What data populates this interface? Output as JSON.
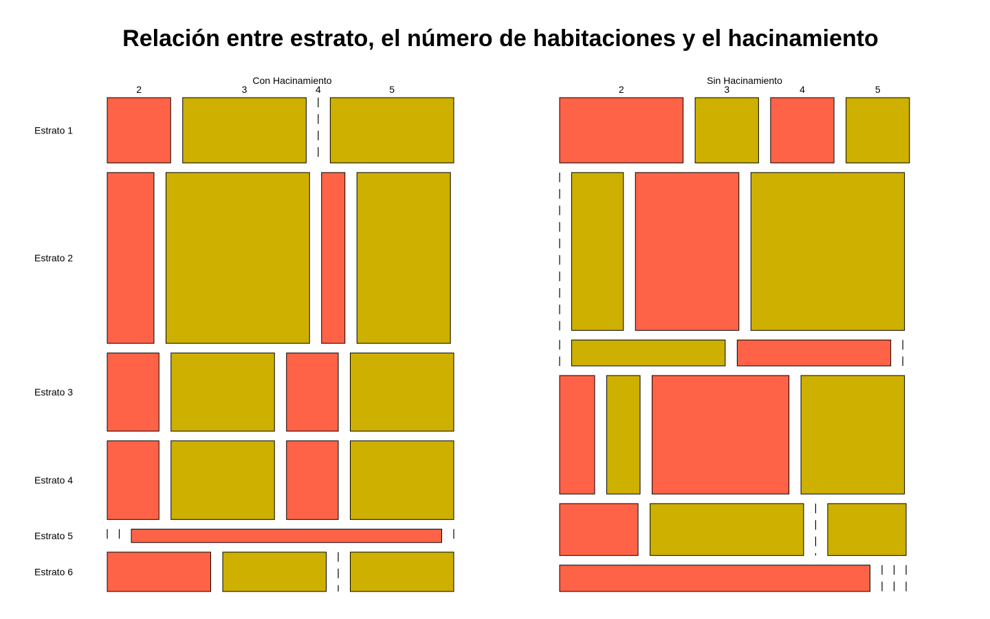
{
  "chart_data": {
    "type": "mosaic",
    "title": "Relación entre estrato, el número de habitaciones y el hacinamiento",
    "colors": {
      "red": "#FF6347",
      "olive": "#CDB000"
    },
    "rows": [
      "Estrato 1",
      "Estrato 2",
      "Estrato 3",
      "Estrato 4",
      "Estrato 5",
      "Estrato 6"
    ],
    "panels": [
      {
        "name": "Con Hacinamiento",
        "columns": [
          "2",
          "3",
          "4",
          "5"
        ],
        "row_shares": [
          0.146,
          0.382,
          0.175,
          0.176,
          0.03,
          0.088
        ],
        "cells": [
          [
            [
              "red",
              0.19
            ],
            [
              "olive",
              0.37
            ],
            [
              "zero",
              0
            ],
            [
              "olive",
              0.37
            ]
          ],
          [
            [
              "red",
              0.14
            ],
            [
              "olive",
              0.43
            ],
            [
              "red",
              0.07
            ],
            [
              "olive",
              0.28
            ]
          ],
          [
            [
              "red",
              0.155
            ],
            [
              "olive",
              0.31
            ],
            [
              "red",
              0.155
            ],
            [
              "olive",
              0.31
            ]
          ],
          [
            [
              "red",
              0.155
            ],
            [
              "olive",
              0.31
            ],
            [
              "red",
              0.155
            ],
            [
              "olive",
              0.31
            ]
          ],
          [
            [
              "zero",
              0
            ],
            [
              "zero",
              0
            ],
            [
              "red",
              0.93
            ],
            [
              "zero",
              0
            ]
          ],
          [
            [
              "red",
              0.31
            ],
            [
              "olive",
              0.31
            ],
            [
              "zero",
              0
            ],
            [
              "olive",
              0.31
            ]
          ]
        ]
      },
      {
        "name": "Sin Hacinamiento",
        "columns": [
          "2",
          "3",
          "4",
          "5"
        ],
        "row_shares": [
          0.146,
          0.353,
          0.058,
          0.265,
          0.116,
          0.059
        ],
        "cells": [
          [
            [
              "red",
              0.37
            ],
            [
              "olive",
              0.19
            ],
            [
              "red",
              0.19
            ],
            [
              "olive",
              0.19
            ]
          ],
          [
            [
              "zero",
              0
            ],
            [
              "olive",
              0.155
            ],
            [
              "red",
              0.31
            ],
            [
              "olive",
              0.46
            ]
          ],
          [
            [
              "zero",
              0
            ],
            [
              "olive",
              0.46
            ],
            [
              "red",
              0.46
            ],
            [
              "zero",
              0
            ]
          ],
          [
            [
              "red",
              0.105
            ],
            [
              "olive",
              0.1
            ],
            [
              "red",
              0.41
            ],
            [
              "olive",
              0.31
            ]
          ],
          [
            [
              "red",
              0.235
            ],
            [
              "olive",
              0.46
            ],
            [
              "zero",
              0
            ],
            [
              "olive",
              0.235
            ]
          ],
          [
            [
              "red",
              0.93
            ],
            [
              "zero",
              0
            ],
            [
              "zero",
              0
            ],
            [
              "zero",
              0
            ]
          ]
        ]
      }
    ]
  }
}
